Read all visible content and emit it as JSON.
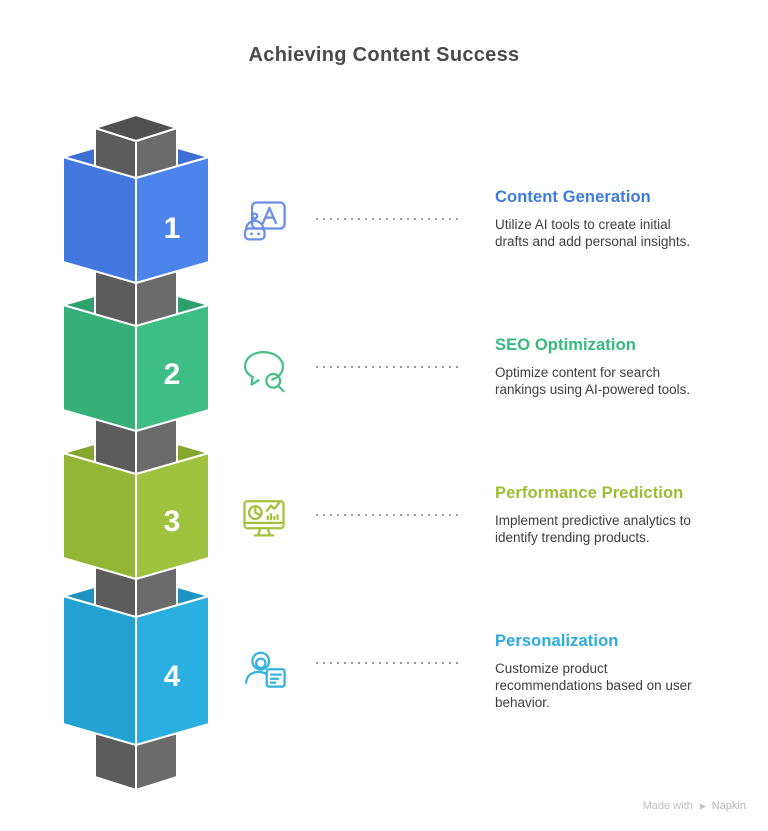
{
  "title": "Achieving Content Success",
  "tower": {
    "pillar": {
      "top": "#515151",
      "left": "#5c5c5c",
      "right": "#6b6b6b"
    }
  },
  "leader_dot_color": "#9a9a9a",
  "steps": [
    {
      "number": "1",
      "heading": "Content Generation",
      "description": "Utilize AI tools to create initial\ndrafts and add personal insights.",
      "accent": "#3d7bdb",
      "face_right": "#4c84ec",
      "face_left": "#4478df",
      "inner": "#3e70d4",
      "icon": "robot-ai-board-icon",
      "icon_color": "#6b8fe6"
    },
    {
      "number": "2",
      "heading": "SEO Optimization",
      "description": "Optimize content for search\nrankings using AI-powered tools.",
      "accent": "#35ba7d",
      "face_right": "#3ebe86",
      "face_left": "#37af79",
      "inner": "#2fa06c",
      "icon": "speech-bubble-search-icon",
      "icon_color": "#47c08a"
    },
    {
      "number": "3",
      "heading": "Performance Prediction",
      "description": "Implement predictive analytics to\nidentify trending products.",
      "accent": "#9bbe33",
      "face_right": "#a0c33f",
      "face_left": "#93b636",
      "inner": "#85a72e",
      "icon": "analytics-monitor-icon",
      "icon_color": "#a4c23f"
    },
    {
      "number": "4",
      "heading": "Personalization",
      "description": "Customize product\nrecommendations based on user\nbehavior.",
      "accent": "#29abdc",
      "face_right": "#2bafe0",
      "face_left": "#23a2d2",
      "inner": "#1e93c2",
      "icon": "user-document-icon",
      "icon_color": "#35b2dc"
    }
  ],
  "watermark": {
    "prefix": "Made with",
    "brand": "Napkin"
  }
}
